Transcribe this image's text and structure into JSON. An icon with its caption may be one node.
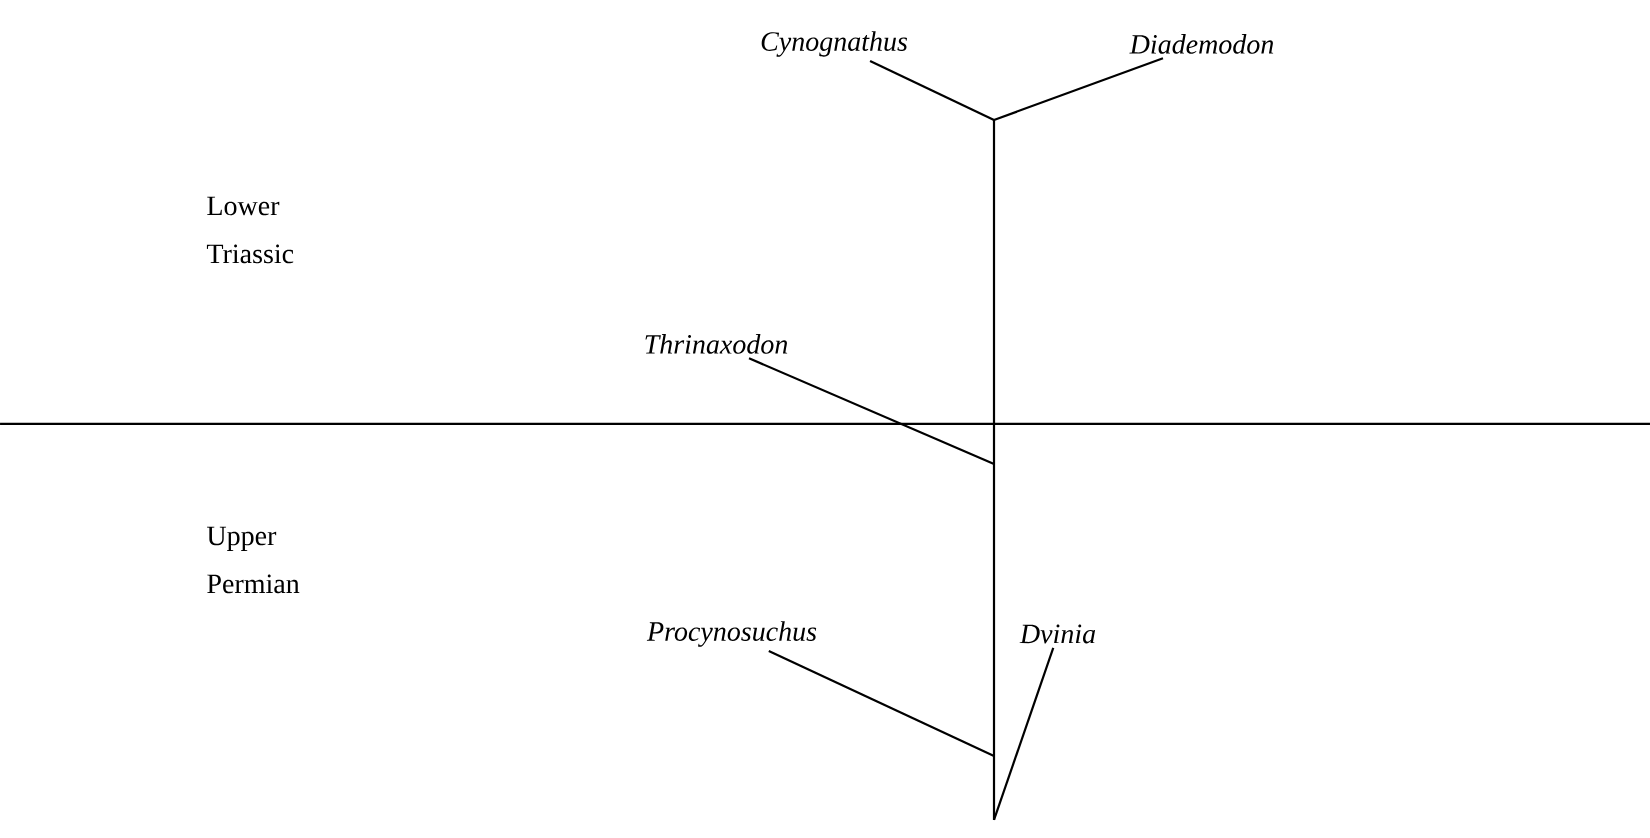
{
  "diagram": {
    "nodes": [
      {
        "text": [
          "Cynognathus"
        ]
      },
      {
        "text": [
          "Diademodon"
        ]
      },
      {
        "text": [
          "Thrinaxodon"
        ]
      },
      {
        "text": [
          "Procynosuchus"
        ]
      },
      {
        "text": [
          "Dvinia"
        ]
      }
    ],
    "edges": [
      {
        "from": 0,
        "to": null,
        "arrow": "none"
      },
      {
        "from": 1,
        "to": null,
        "arrow": "none"
      },
      {
        "from": 2,
        "to": null,
        "arrow": "none"
      },
      {
        "from": 3,
        "to": null,
        "arrow": "none"
      },
      {
        "from": 4,
        "to": null,
        "arrow": "none"
      }
    ],
    "labels": [
      "Lower Triassic",
      "Upper Permian"
    ]
  }
}
